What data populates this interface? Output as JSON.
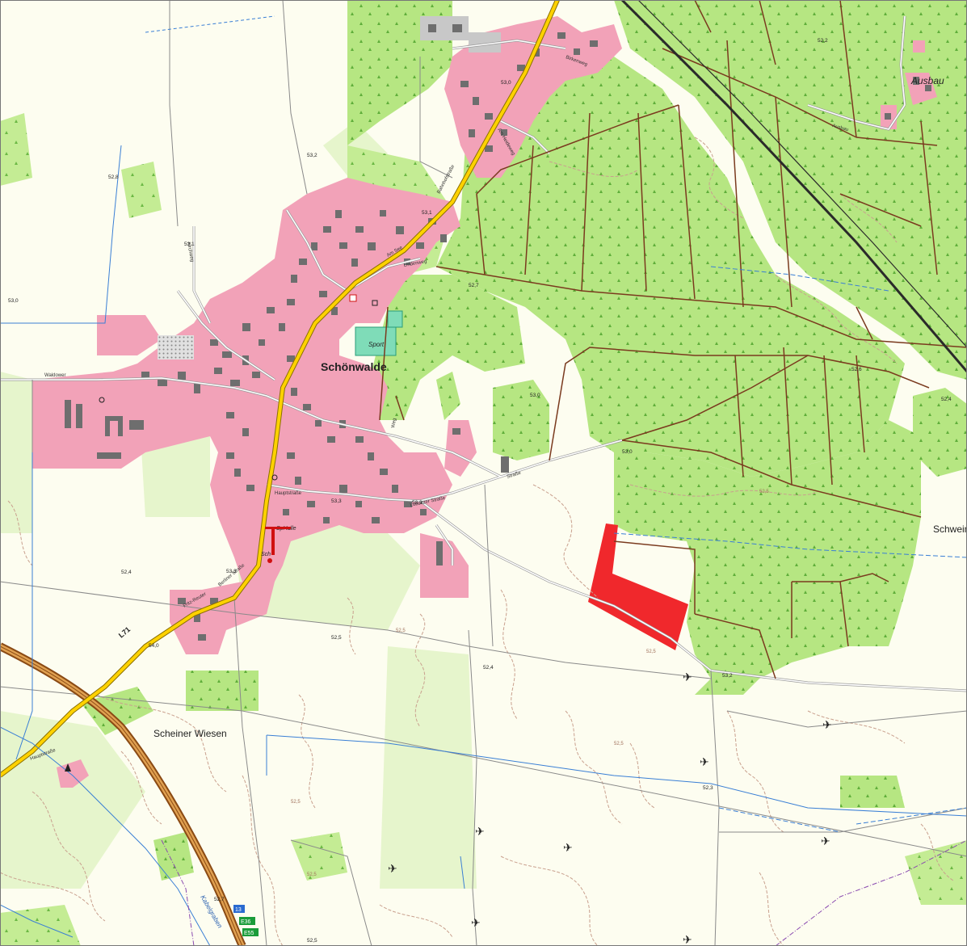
{
  "places": {
    "main_town": "Schönwalde",
    "hamlet": "Ausbau",
    "meadow": "Scheiner Wiesen",
    "east_edge": "Schwein",
    "sport": "Sport",
    "sporthalle": "SpHalle",
    "school": "Sch",
    "creek": "Kabelgraben"
  },
  "streets": {
    "waldower": "Waldower",
    "hauptstrasse": "Hauptstraße",
    "lubolzer": "Luboltzer Straße",
    "strasse": "Straße",
    "birkenweg": "Birkenweg",
    "bahnhof": "Bahnhofstraße",
    "am_see": "Am See",
    "kirchweg": "Kirchweg",
    "lindenweg": "Lindenweg",
    "am_heideweg": "Am Heideweg",
    "weg": "Weg",
    "ausbau_weg": "Ausbau",
    "hauptstrasse_sw": "Hauptstraße",
    "fritz_reuter": "Fritz-Reuter",
    "berliner": "Berliner Straße"
  },
  "roads": {
    "l71": "L71",
    "shield_blue": "13",
    "shield_green_1": "E36",
    "shield_green_2": "E55"
  },
  "elevations": [
    "52,2",
    "53,0",
    "52,8",
    "53,1",
    "53,2",
    "53,1",
    "53,0",
    "52,7",
    "53,0",
    "52,6",
    "52,4",
    "53,0",
    "53,3",
    "53,3",
    "52,4",
    "53,3",
    "54,0",
    "52,5",
    "52,4",
    "53,2",
    "52,3",
    "52,7",
    "52,5",
    "52,5",
    "52,5",
    "52,5",
    "52,5",
    "52,5",
    "52,5"
  ],
  "colors": {
    "background": "#fdfdf0",
    "forest": "#b6e682",
    "forest_dark": "#9fd86a",
    "settlement": "#f2a2b8",
    "buildings": "#6e6e6e",
    "main_road": "#ffd200",
    "motorway": "#c07a2a",
    "rail": "#2a2a2a",
    "water": "#3a7fd5",
    "highlight_area": "#f0282c",
    "sport": "#7fdcb8"
  },
  "icons": [
    "airplane-icon",
    "tree-symbol",
    "church-icon",
    "tower-icon"
  ]
}
